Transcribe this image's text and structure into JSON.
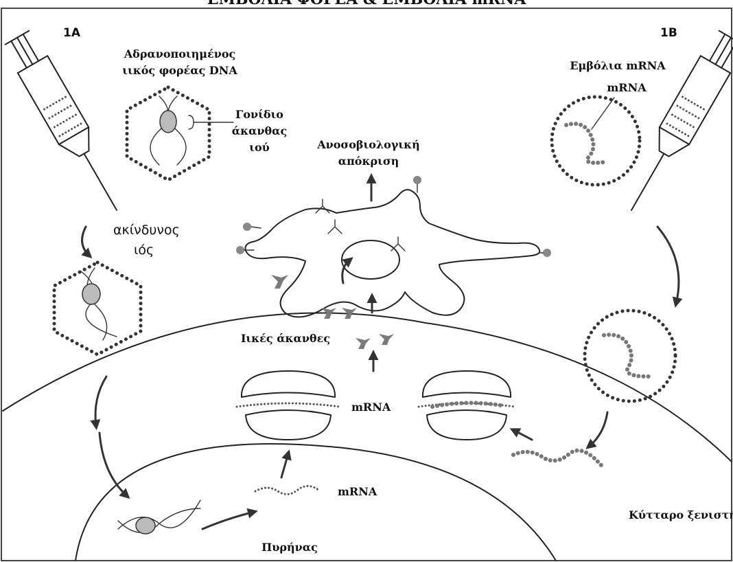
{
  "header_title": "ΕΜΒΟΛΙΑ ΦΟΡΕΑ & ΕΜΒΟΛΙΑ mRNA",
  "panel_labels": {
    "left": "1A",
    "right": "1B"
  },
  "labels": {
    "inactivated_vector_line1": "Αδρανοποιημένος",
    "inactivated_vector_line2": "ιικός φορέας DNA",
    "spike_gene_line1": "Γονίδιο",
    "spike_gene_line2": "άκανθας",
    "spike_gene_line3": "ιού",
    "harmless_virus_line1": "ακίνδυνος",
    "harmless_virus_line2": "ιός",
    "immune_response_line1": "Ανοσοβιολογική",
    "immune_response_line2": "απόκριση",
    "mrna_vaccine": "Εμβόλια mRNA",
    "mrna_in_particle": "mRNA",
    "viral_spikes": "Ιικές άκανθες",
    "mrna_ribosome": "mRNA",
    "mrna_nucleus": "mRNA",
    "nucleus": "Πυρήνας",
    "host_cell": "Κύτταρο ξενιστή"
  }
}
